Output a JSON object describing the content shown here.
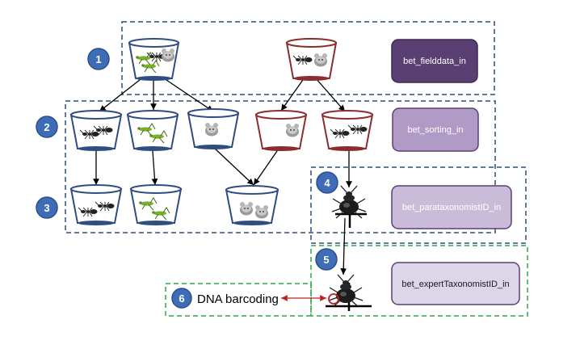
{
  "steps": [
    "1",
    "2",
    "3",
    "4",
    "5",
    "6"
  ],
  "tables": {
    "fielddata": "bet_fielddata_in",
    "sorting": "bet_sorting_in",
    "parataxonomist": "bet_parataxonomistID_in",
    "expert": "bet_expertTaxonomistID_in"
  },
  "dna_label": "DNA barcoding",
  "colors": {
    "blue_bucket": "#2f4d80",
    "red_bucket": "#8b2d2d",
    "step_circle": "#3e6db6",
    "box_dark": "#5a3f72",
    "box_mid": "#b09bc6",
    "box_light": "#c9bcd9",
    "box_lighter": "#ddd5e8",
    "dashed_blue": "#2d4e7a",
    "dashed_green": "#2ea84a",
    "arrow_red": "#c0211f"
  },
  "icons": [
    "bucket-icon",
    "ant-icon",
    "grasshopper-icon",
    "mouse-icon",
    "beetle-icon",
    "pin-icon"
  ]
}
